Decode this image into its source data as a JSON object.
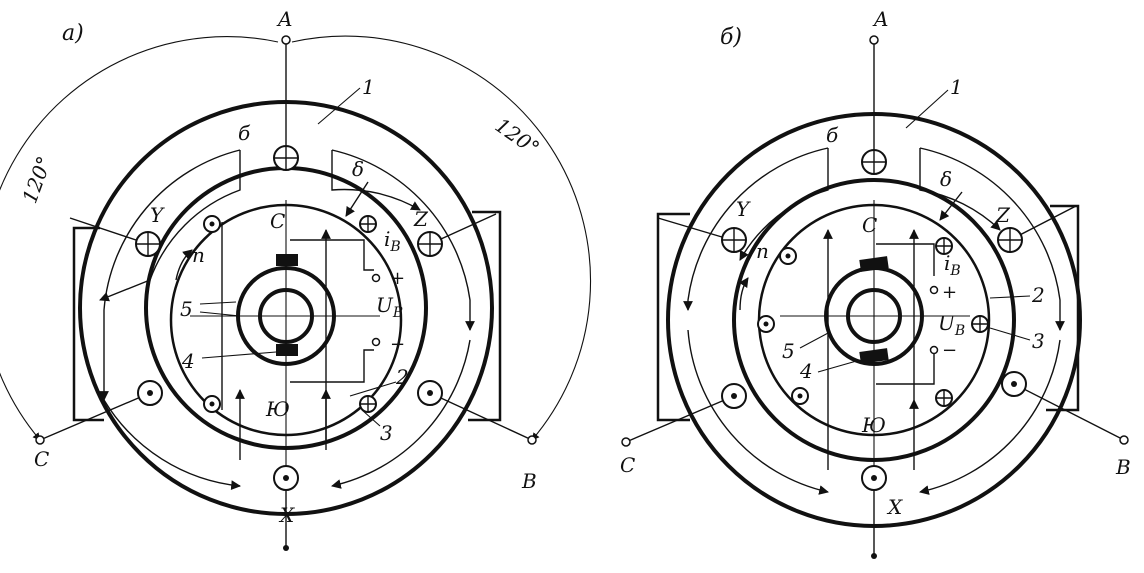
{
  "panels": [
    {
      "id": "a",
      "label": "а)",
      "phase_labels": {
        "A": "A",
        "B": "B",
        "C": "C",
        "X": "X",
        "Y": "Y",
        "Z": "Z"
      },
      "pole_north": "С",
      "pole_south": "Ю",
      "angle_left": "120°",
      "angle_right": "120°",
      "gap": "δ",
      "speed": "n",
      "current": "i",
      "current_sub": "В",
      "voltage": "U",
      "voltage_sub": "В",
      "plus": "+",
      "minus": "−",
      "b_label": "б",
      "callouts": [
        "1",
        "2",
        "3",
        "4",
        "5"
      ]
    },
    {
      "id": "b",
      "label": "б)",
      "phase_labels": {
        "A": "A",
        "B": "B",
        "C": "C",
        "X": "X",
        "Y": "Y",
        "Z": "Z"
      },
      "pole_north": "С",
      "pole_south": "Ю",
      "gap": "δ",
      "speed": "n",
      "current": "i",
      "current_sub": "В",
      "voltage": "U",
      "voltage_sub": "В",
      "plus": "+",
      "minus": "−",
      "b_label": "б",
      "callouts": [
        "1",
        "2",
        "3",
        "4",
        "5"
      ]
    }
  ]
}
